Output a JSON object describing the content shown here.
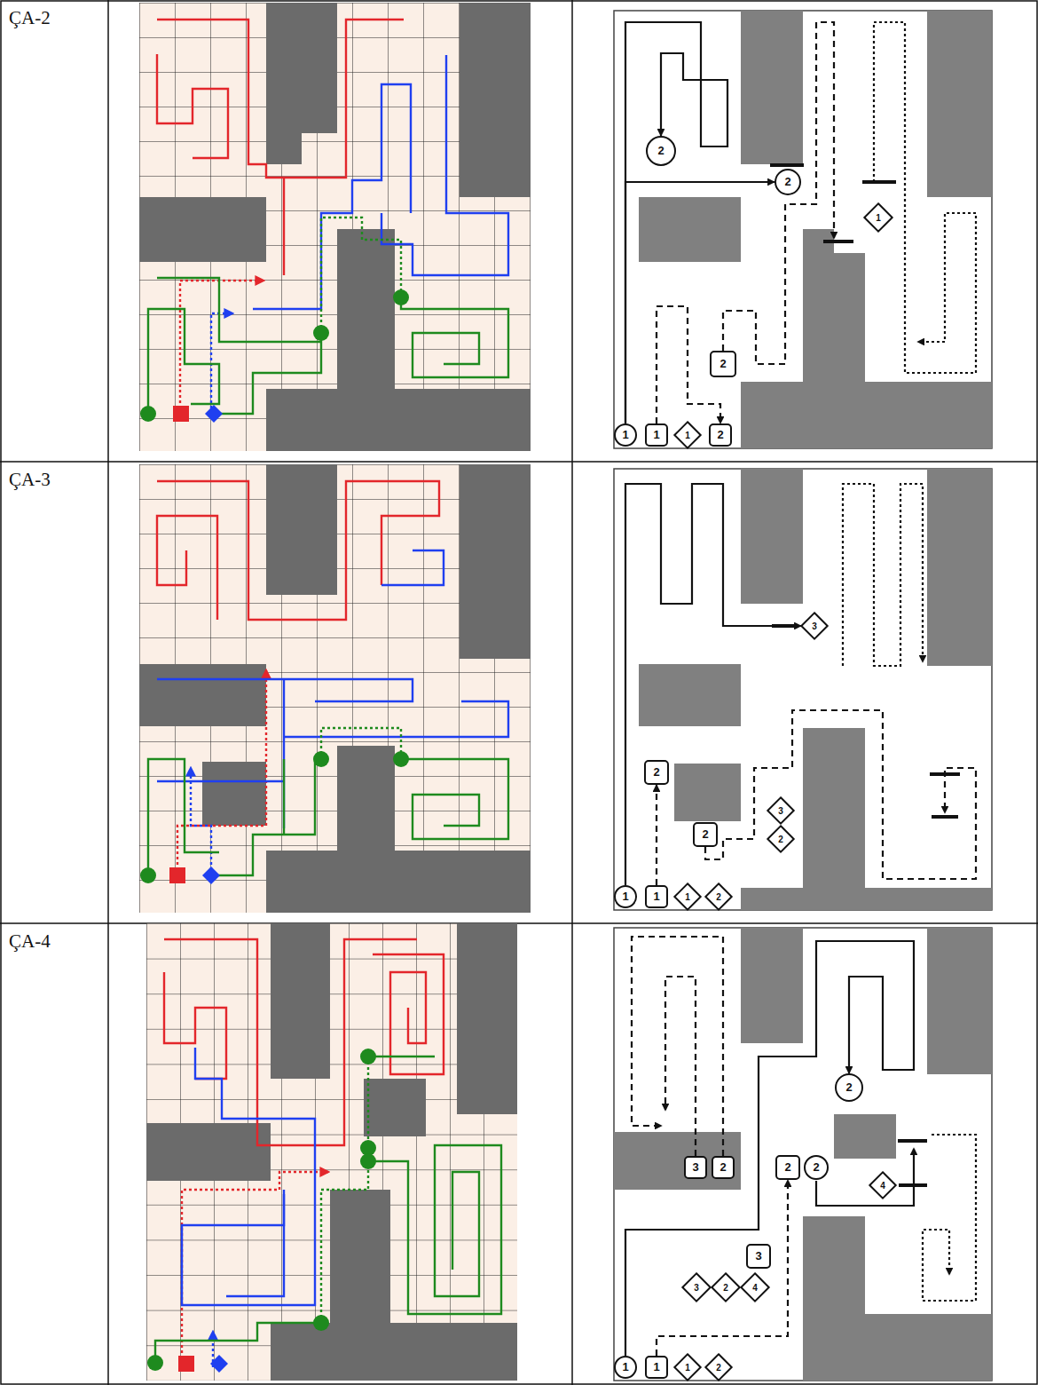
{
  "diagram": {
    "nodes": [
      {
        "text": [
          "1"
        ]
      },
      {
        "text": [
          "1"
        ]
      },
      {
        "text": [
          "1"
        ]
      },
      {
        "text": [
          "2"
        ]
      },
      {
        "text": [
          "2"
        ]
      },
      {
        "text": [
          "2"
        ]
      },
      {
        "text": [
          "2"
        ]
      },
      {
        "text": [
          "1"
        ]
      },
      {
        "text": [
          "1"
        ]
      },
      {
        "text": [
          "1"
        ]
      },
      {
        "text": [
          "1"
        ]
      },
      {
        "text": [
          "2"
        ]
      },
      {
        "text": [
          "2"
        ]
      },
      {
        "text": [
          "2"
        ]
      },
      {
        "text": [
          "3"
        ]
      },
      {
        "text": [
          "2"
        ]
      },
      {
        "text": [
          "3"
        ]
      },
      {
        "text": [
          "1"
        ]
      },
      {
        "text": [
          "1"
        ]
      },
      {
        "text": [
          "1"
        ]
      },
      {
        "text": [
          "2"
        ]
      },
      {
        "text": [
          "3"
        ]
      },
      {
        "text": [
          "2"
        ]
      },
      {
        "text": [
          "2"
        ]
      },
      {
        "text": [
          "2"
        ]
      },
      {
        "text": [
          "2"
        ]
      },
      {
        "text": [
          "4"
        ]
      },
      {
        "text": [
          "3"
        ]
      },
      {
        "text": [
          "3"
        ]
      },
      {
        "text": [
          "2"
        ]
      },
      {
        "text": [
          "4"
        ]
      }
    ],
    "edges": [
      {
        "from": 0,
        "to": 4,
        "arrow": "to"
      },
      {
        "from": 0,
        "to": 5,
        "arrow": "to"
      },
      {
        "from": 1,
        "to": 3,
        "arrow": "to"
      },
      {
        "from": 8,
        "to": 16,
        "arrow": "to"
      },
      {
        "from": 9,
        "to": 12,
        "arrow": "to"
      },
      {
        "from": 17,
        "to": 25,
        "arrow": "to"
      },
      {
        "from": 18,
        "to": 23,
        "arrow": "to"
      }
    ],
    "labels": [
      "ÇA-2",
      "ÇA-3",
      "ÇA-4"
    ]
  }
}
